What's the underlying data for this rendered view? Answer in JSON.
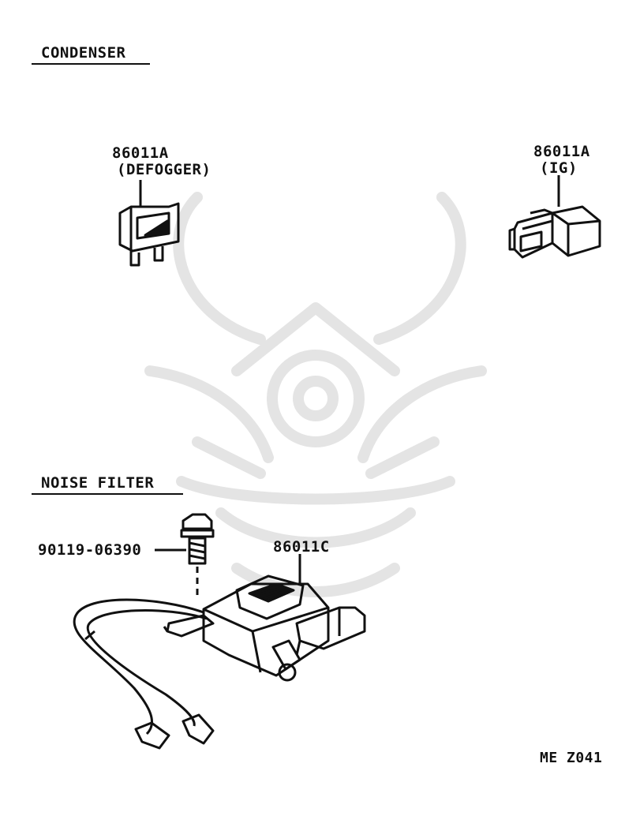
{
  "sections": {
    "condenser": "CONDENSER",
    "noise_filter": "NOISE FILTER"
  },
  "parts": {
    "condenser_defogger": {
      "number": "86011A",
      "note": "(DEFOGGER)"
    },
    "condenser_ig": {
      "number": "86011A",
      "note": "(IG)"
    },
    "bolt": {
      "number": "90119-06390"
    },
    "noise_filter": {
      "number": "86011C"
    }
  },
  "diagram_code": "ME Z041",
  "colors": {
    "ink": "#111111",
    "watermark": "#e6e6e6"
  }
}
